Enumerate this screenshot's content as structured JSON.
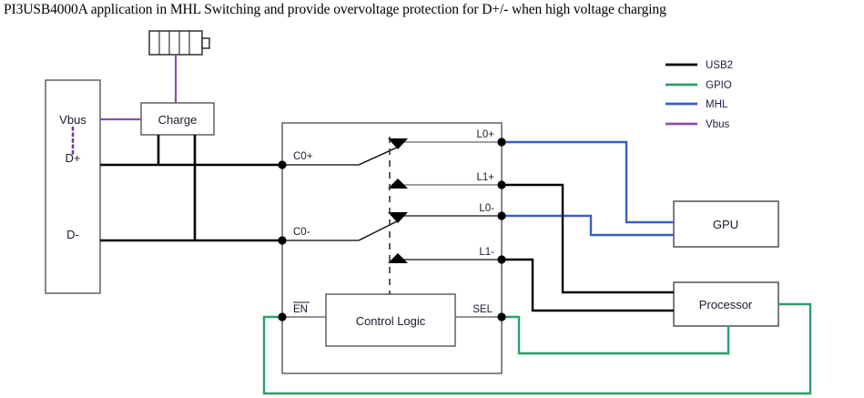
{
  "title": "PI3USB4000A application in MHL Switching and provide overvoltage protection for D+/- when high voltage charging",
  "colors": {
    "usb2": "#000000",
    "gpio": "#2f9e68",
    "mhl": "#3b5fc0",
    "vbus": "#8a4fae",
    "box_stroke": "#555555",
    "text": "#1a1a2e"
  },
  "legend": {
    "items": [
      {
        "label": "USB2",
        "color": "#000000"
      },
      {
        "label": "GPIO",
        "color": "#2f9e68"
      },
      {
        "label": "MHL",
        "color": "#3b5fc0"
      },
      {
        "label": "Vbus",
        "color": "#8a4fae"
      }
    ]
  },
  "connector": {
    "name": "usb-connector",
    "pins": [
      "Vbus",
      "D+",
      "D-"
    ]
  },
  "blocks": {
    "battery": "battery-icon",
    "charge": "Charge",
    "control_logic": "Control Logic",
    "gpu": "GPU",
    "processor": "Processor"
  },
  "ic": {
    "left_pins": [
      "C0+",
      "C0-"
    ],
    "right_pins": [
      "L0+",
      "L1+",
      "L0-",
      "L1-"
    ],
    "bottom_pins": [
      "EN",
      "SEL"
    ],
    "enable_overline": true
  }
}
